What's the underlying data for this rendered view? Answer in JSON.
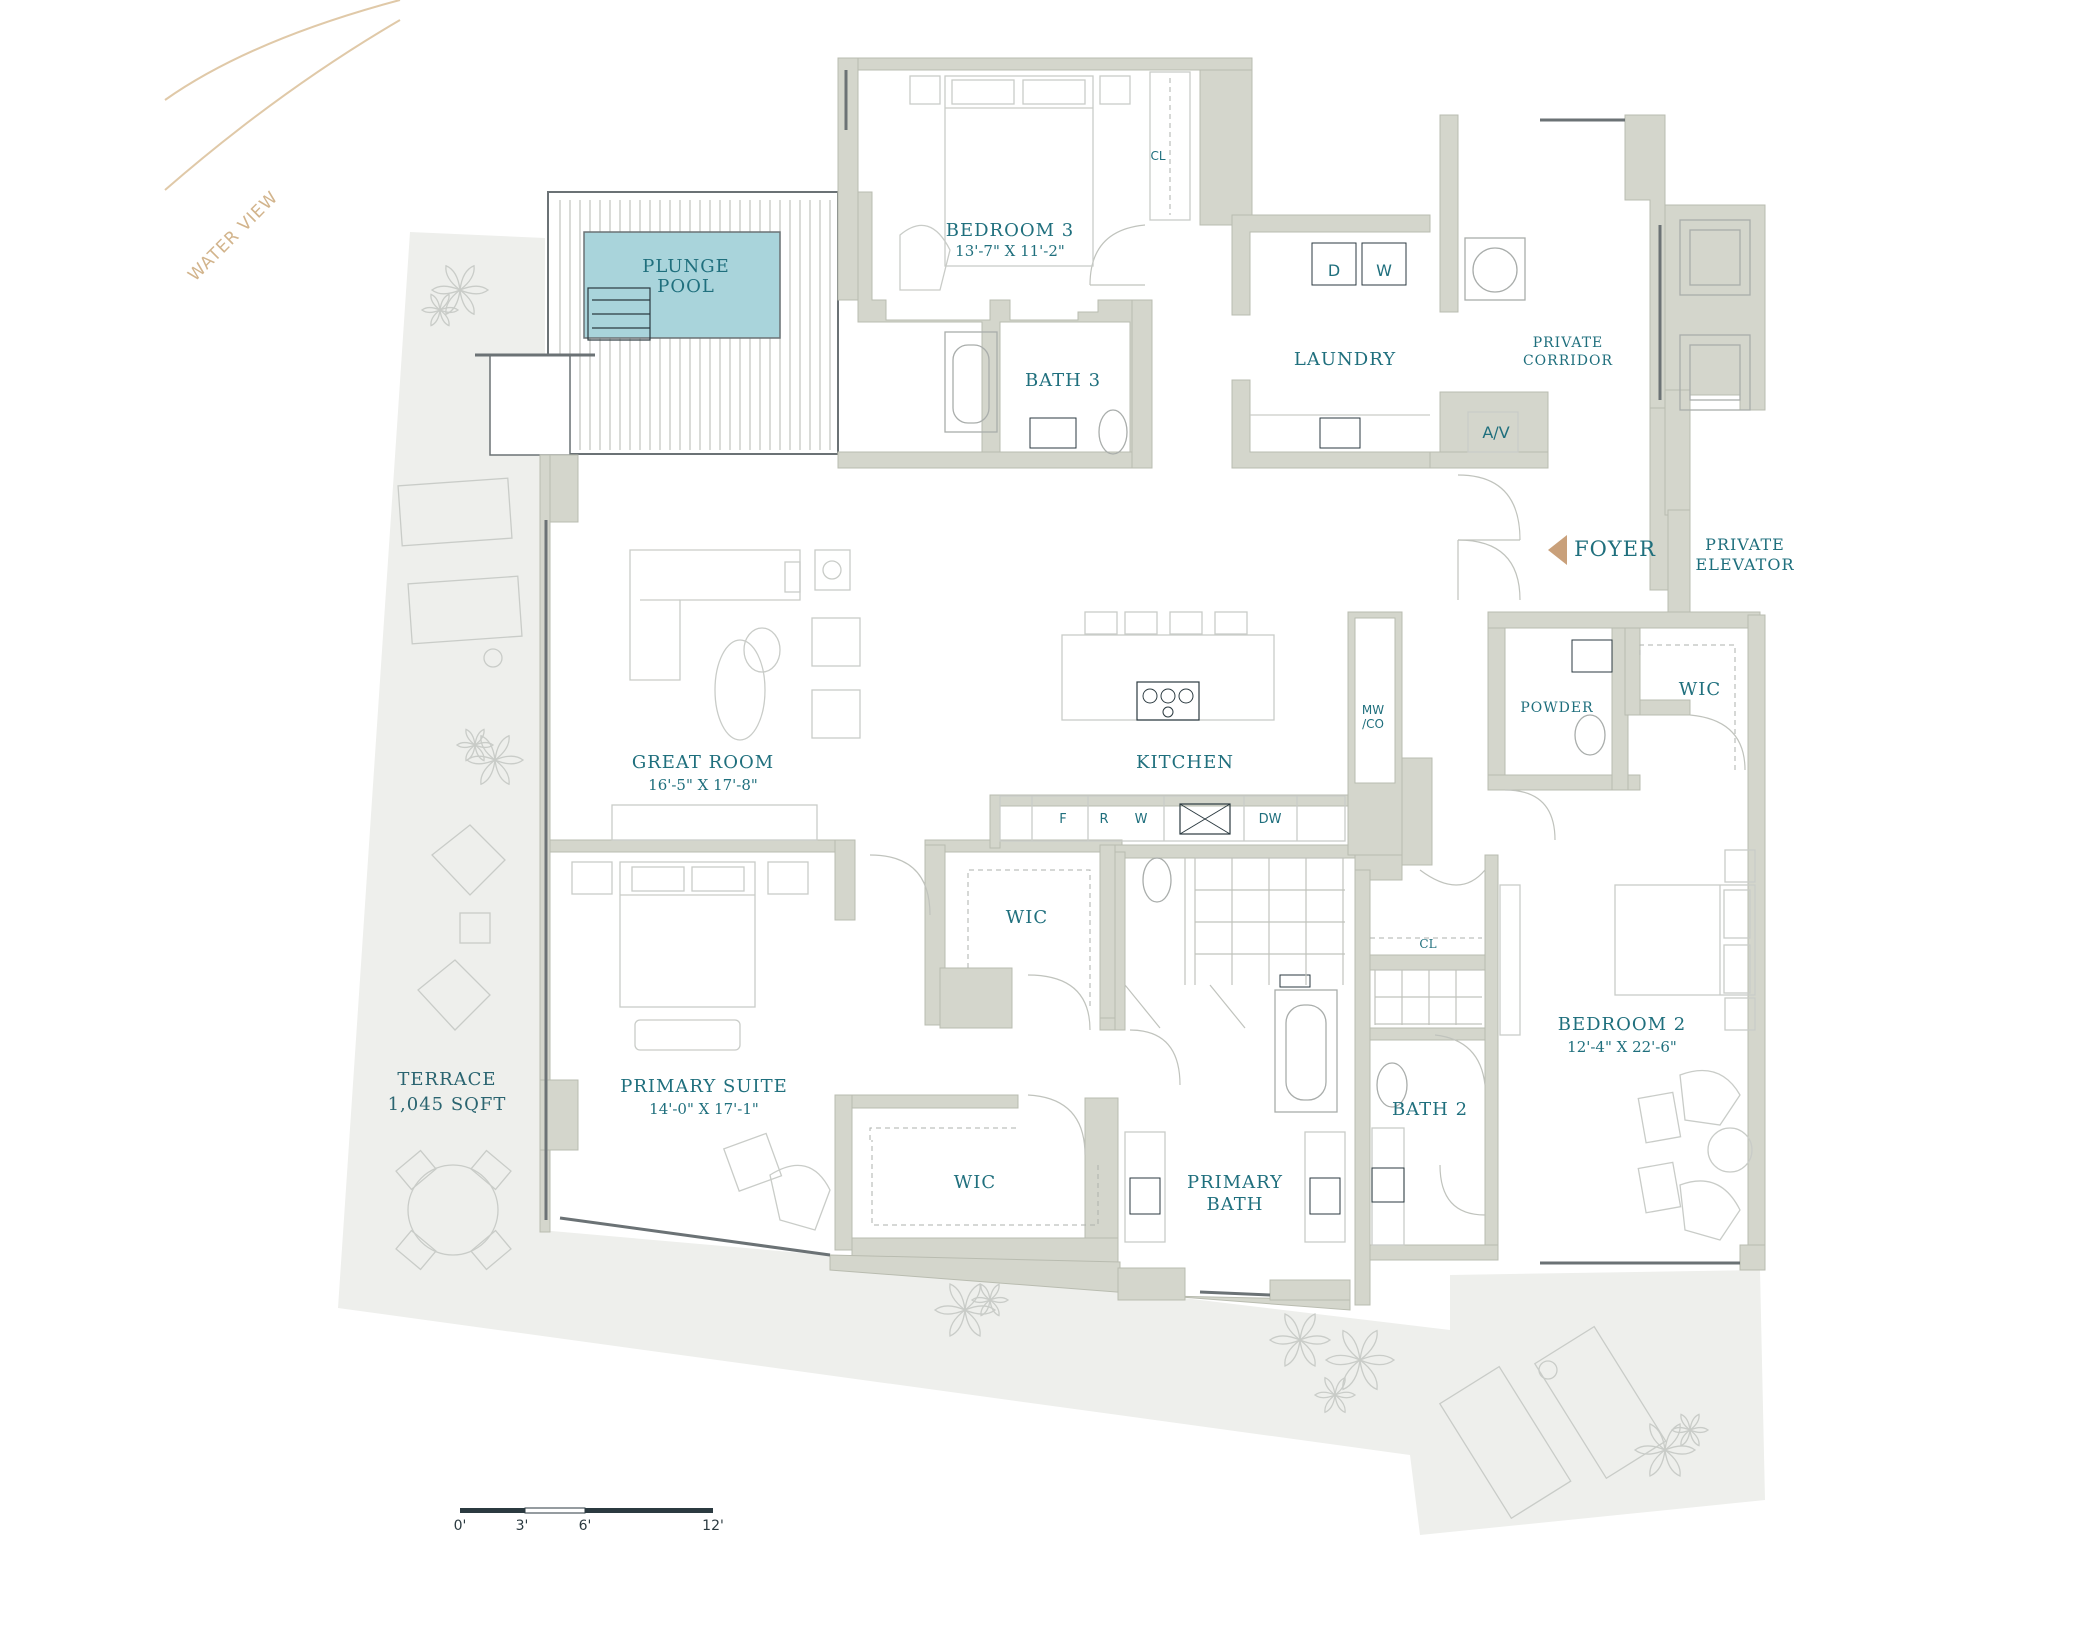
{
  "orientation": {
    "label": "WATER VIEW"
  },
  "rooms": {
    "plunge_pool": {
      "line1": "PLUNGE",
      "line2": "POOL"
    },
    "bedroom3": {
      "name": "BEDROOM 3",
      "dims": "13'-7\" X 11'-2\""
    },
    "bath3": {
      "name": "BATH 3"
    },
    "laundry": {
      "name": "LAUNDRY"
    },
    "private_corridor": {
      "line1": "PRIVATE",
      "line2": "CORRIDOR"
    },
    "foyer": {
      "name": "FOYER"
    },
    "private_elevator": {
      "line1": "PRIVATE",
      "line2": "ELEVATOR"
    },
    "great_room": {
      "name": "GREAT ROOM",
      "dims": "16'-5\" X 17'-8\""
    },
    "kitchen": {
      "name": "KITCHEN"
    },
    "powder": {
      "name": "POWDER"
    },
    "wic_foyer": {
      "name": "WIC"
    },
    "wic_primary_upper": {
      "name": "WIC"
    },
    "wic_primary_lower": {
      "name": "WIC"
    },
    "primary_suite": {
      "name": "PRIMARY SUITE",
      "dims": "14'-0\" X 17'-1\""
    },
    "primary_bath": {
      "line1": "PRIMARY",
      "line2": "BATH"
    },
    "bath2": {
      "name": "BATH 2"
    },
    "bedroom2": {
      "name": "BEDROOM 2",
      "dims": "12'-4\" X 22'-6\""
    },
    "terrace": {
      "name": "TERRACE",
      "area": "1,045 SQFT"
    }
  },
  "fixture_labels": {
    "closet_bed3": "CL",
    "closet_bath2": "CL",
    "dryer": "D",
    "washer": "W",
    "av": "A/V",
    "microwave": "MW",
    "microwave2": "/CO",
    "fridge": "F",
    "range": "R",
    "wine": "W",
    "dishwasher": "DW"
  },
  "scale_bar": {
    "ticks": [
      "0'",
      "3'",
      "6'",
      "12'"
    ]
  },
  "colors": {
    "label": "#1f6f7d",
    "wall": "#d4d6cc",
    "terrace": "#eeefec",
    "pool": "#a9d4db",
    "foyer_arrow": "#c9a07a"
  }
}
